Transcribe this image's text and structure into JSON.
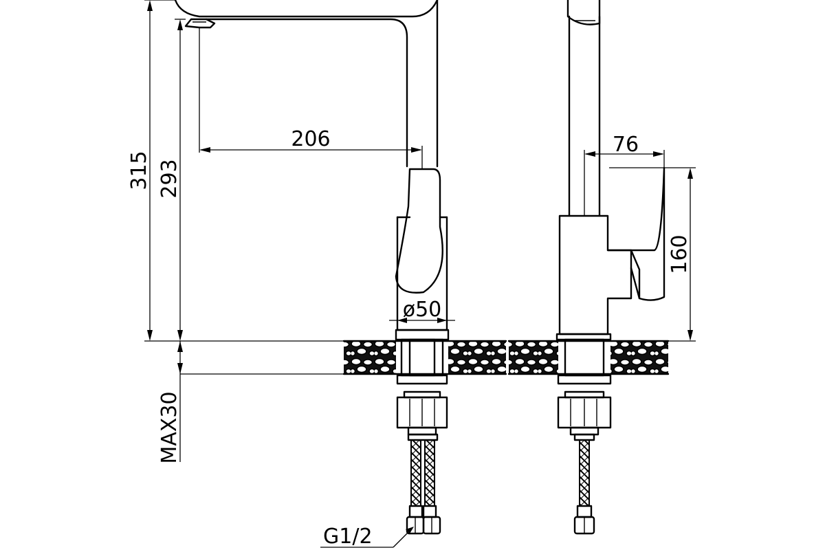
{
  "dimensions": {
    "total_height": "315",
    "spout_height": "293",
    "spout_reach": "206",
    "base_diameter": "ø50",
    "handle_offset": "76",
    "body_height": "160",
    "max_counter_thickness": "MAX30",
    "connection_thread": "G1/2"
  }
}
